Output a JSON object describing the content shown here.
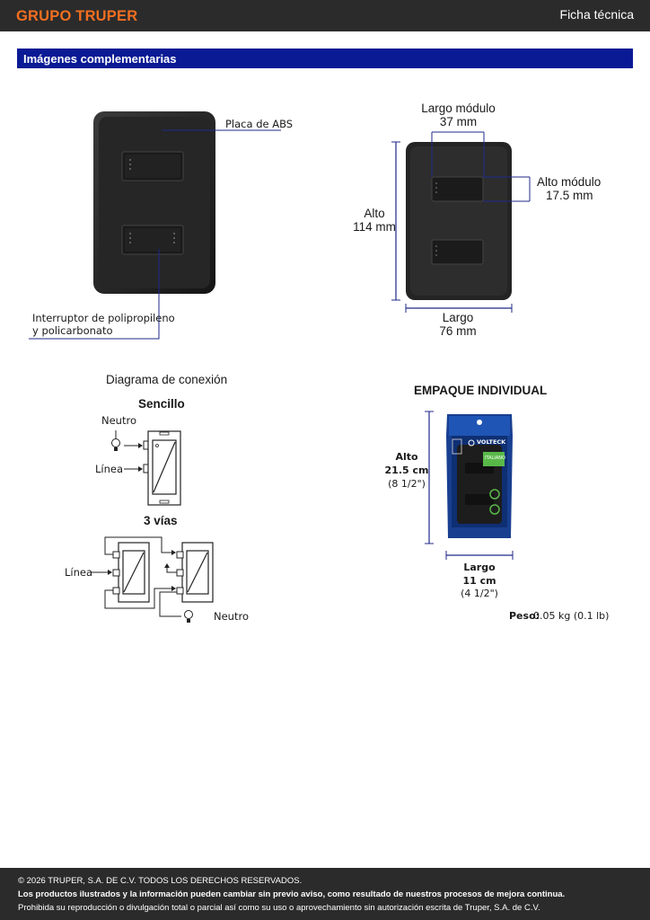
{
  "header": {
    "brand": "GRUPO TRUPER",
    "doc_type": "Ficha técnica"
  },
  "section": {
    "title": "Imágenes complementarias"
  },
  "product_labels": {
    "plate": "Placa de ABS",
    "switch_line1": "Interruptor de polipropileno",
    "switch_line2": "y policarbonato"
  },
  "dimensions": {
    "module_width_label": "Largo módulo",
    "module_width_value": "37 mm",
    "module_height_label": "Alto módulo",
    "module_height_value": "17.5 mm",
    "height_label": "Alto",
    "height_value": "114 mm",
    "width_label": "Largo",
    "width_value": "76 mm"
  },
  "diagram": {
    "title": "Diagrama de conexión",
    "single_title": "Sencillo",
    "three_way_title": "3 vías",
    "neutral": "Neutro",
    "line": "Línea"
  },
  "package": {
    "title": "EMPAQUE INDIVIDUAL",
    "brand": "VOLTECK",
    "tag": "ITALIANO",
    "height_label": "Alto",
    "height_cm": "21.5 cm",
    "height_in": "(8 1/2\")",
    "width_label": "Largo",
    "width_cm": "11 cm",
    "width_in": "(4 1/2\")",
    "weight_label": "Peso:",
    "weight_value": "0.05 kg (0.1 lb)"
  },
  "footer": {
    "copyright": "© 2026 TRUPER, S.A. DE C.V. TODOS LOS DERECHOS RESERVADOS.",
    "notice": "Los productos ilustrados y la información pueden cambiar sin previo aviso, como resultado de nuestros procesos de mejora continua.",
    "prohibition": "Prohibida su reproducción o divulgación total o parcial así como su uso o aprovechamiento sin autorización escrita de Truper, S.A. de C.V."
  }
}
